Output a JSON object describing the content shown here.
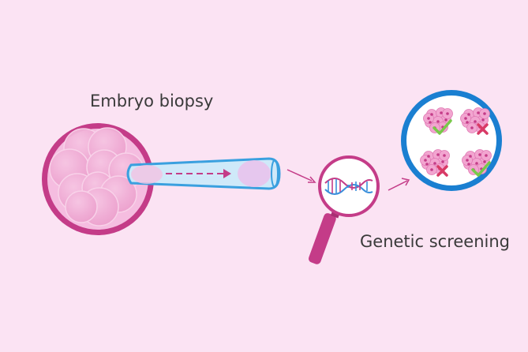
{
  "labels": {
    "biopsy": "Embryo biopsy",
    "screening": "Genetic screening"
  },
  "colors": {
    "background": "#fbe3f3",
    "magenta": "#c43c88",
    "embryo_pink": "#f0a6d2",
    "pipette_blue": "#cfe9f9",
    "pipette_outline": "#3aa0df",
    "screen_blue": "#1a7fd1",
    "check_green": "#78c94a",
    "cross_red": "#d83a66"
  },
  "screening_results": [
    "pass",
    "fail",
    "fail",
    "pass"
  ]
}
